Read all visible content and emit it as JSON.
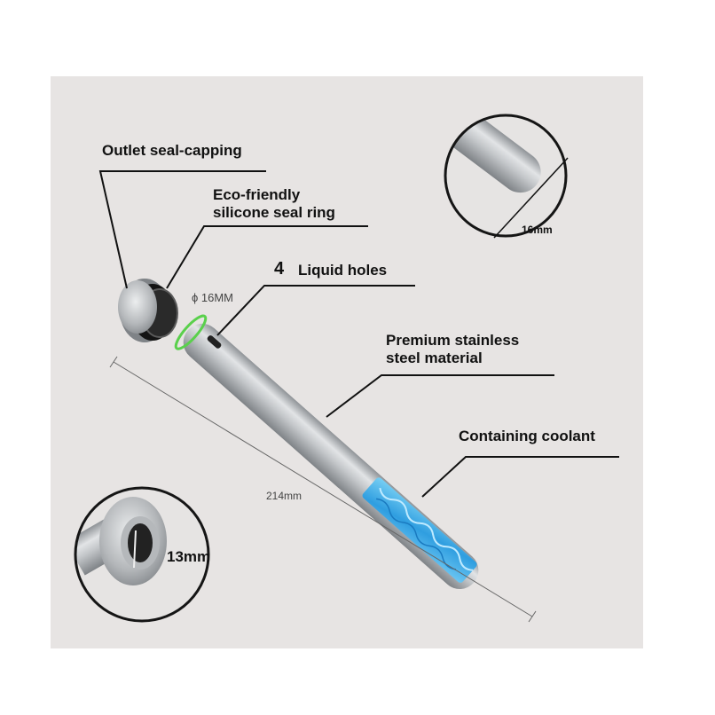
{
  "labels": {
    "outlet": "Outlet seal-capping",
    "eco_line1": "Eco-friendly",
    "eco_line2": "silicone seal ring",
    "holes_count": "4",
    "holes_text": "Liquid holes",
    "diameter_mm": "ϕ 16MM",
    "material_line1": "Premium stainless",
    "material_line2": "steel material",
    "coolant": "Containing coolant",
    "length": "214mm",
    "tip_diameter": "16mm",
    "inner_diameter": "13mm"
  },
  "colors": {
    "background": "#e7e4e3",
    "steel": "#b9bcbf",
    "seal_ring": "#5ad04c",
    "coolant": "#3aa6e0"
  }
}
